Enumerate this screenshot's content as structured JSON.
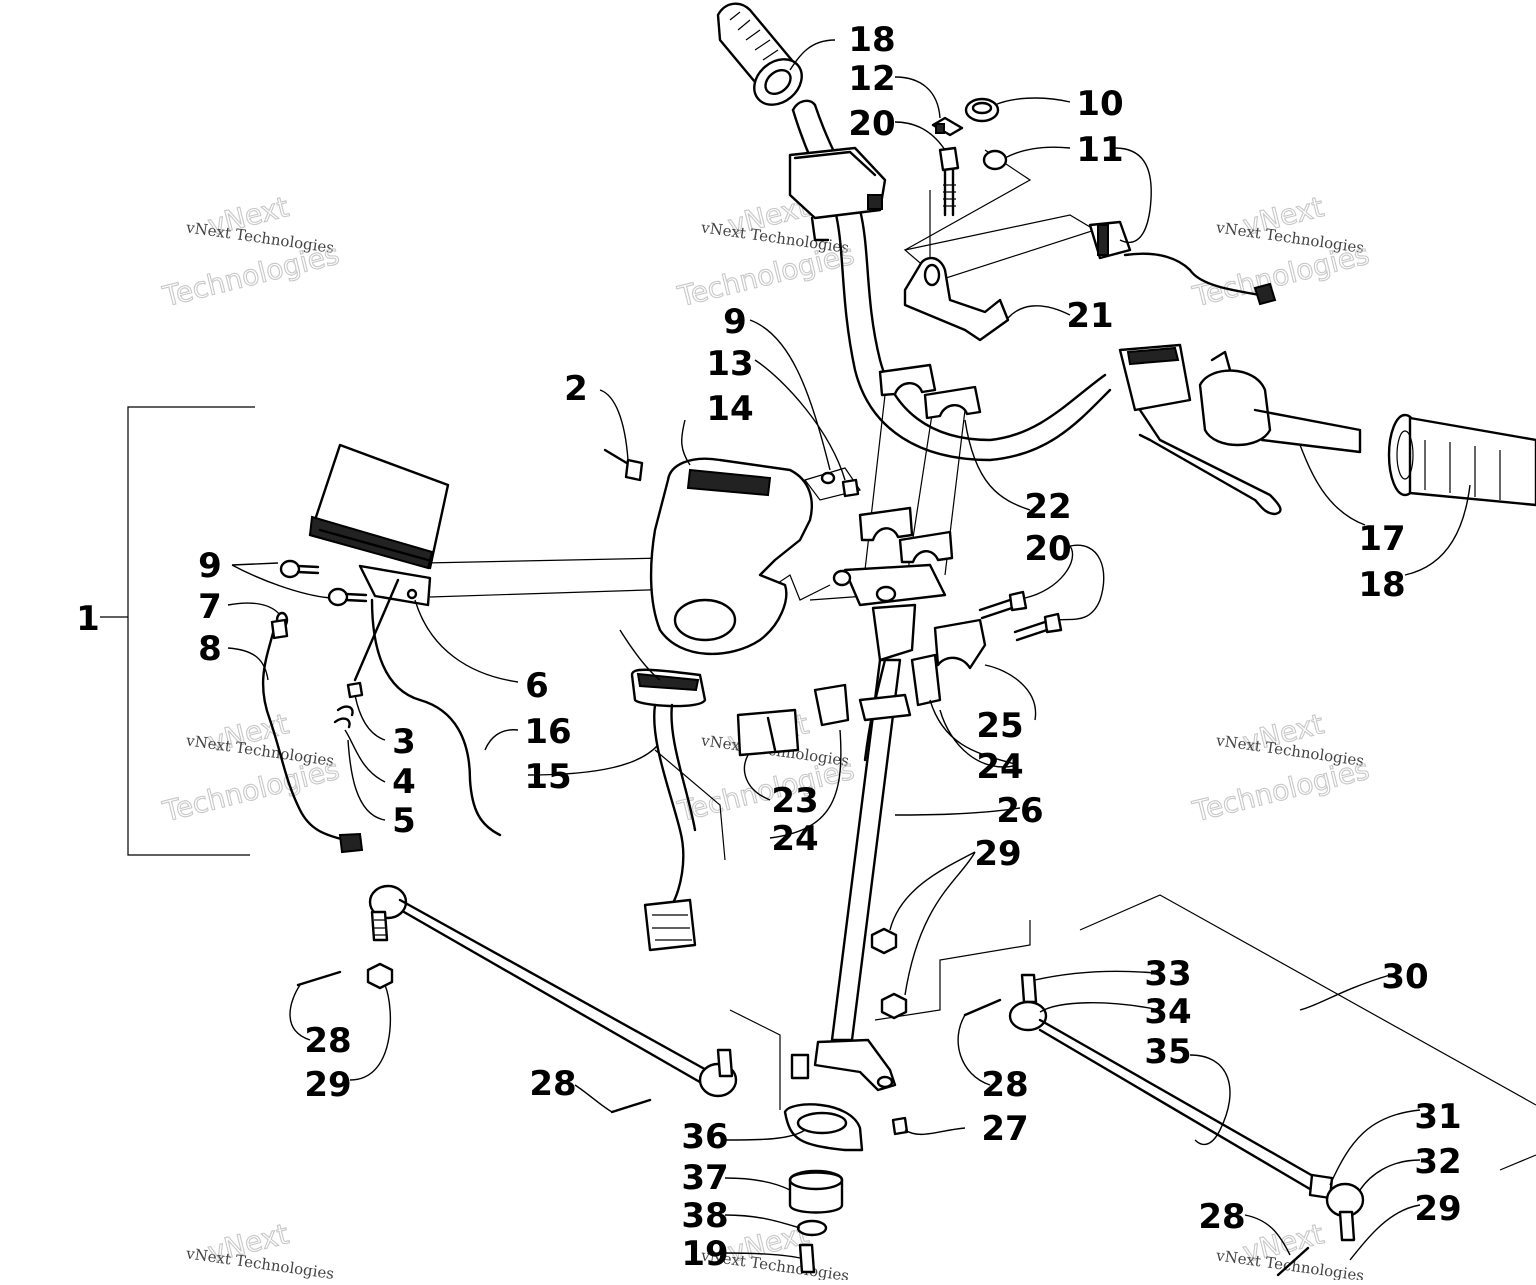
{
  "diagram": {
    "callouts": [
      {
        "n": "1"
      },
      {
        "n": "2"
      },
      {
        "n": "3"
      },
      {
        "n": "4"
      },
      {
        "n": "5"
      },
      {
        "n": "6"
      },
      {
        "n": "7"
      },
      {
        "n": "8"
      },
      {
        "n": "9"
      },
      {
        "n": "9"
      },
      {
        "n": "10"
      },
      {
        "n": "11"
      },
      {
        "n": "12"
      },
      {
        "n": "13"
      },
      {
        "n": "14"
      },
      {
        "n": "15"
      },
      {
        "n": "16"
      },
      {
        "n": "17"
      },
      {
        "n": "18"
      },
      {
        "n": "18"
      },
      {
        "n": "19"
      },
      {
        "n": "20"
      },
      {
        "n": "20"
      },
      {
        "n": "21"
      },
      {
        "n": "22"
      },
      {
        "n": "23"
      },
      {
        "n": "24"
      },
      {
        "n": "24"
      },
      {
        "n": "25"
      },
      {
        "n": "26"
      },
      {
        "n": "27"
      },
      {
        "n": "28"
      },
      {
        "n": "28"
      },
      {
        "n": "28"
      },
      {
        "n": "28"
      },
      {
        "n": "29"
      },
      {
        "n": "29"
      },
      {
        "n": "29"
      },
      {
        "n": "30"
      },
      {
        "n": "31"
      },
      {
        "n": "32"
      },
      {
        "n": "33"
      },
      {
        "n": "34"
      },
      {
        "n": "35"
      },
      {
        "n": "36"
      },
      {
        "n": "37"
      },
      {
        "n": "38"
      }
    ],
    "watermark": {
      "line_small": "vNext Technologies",
      "line_large_1": "vNext",
      "line_large_2": "Technologies"
    }
  }
}
